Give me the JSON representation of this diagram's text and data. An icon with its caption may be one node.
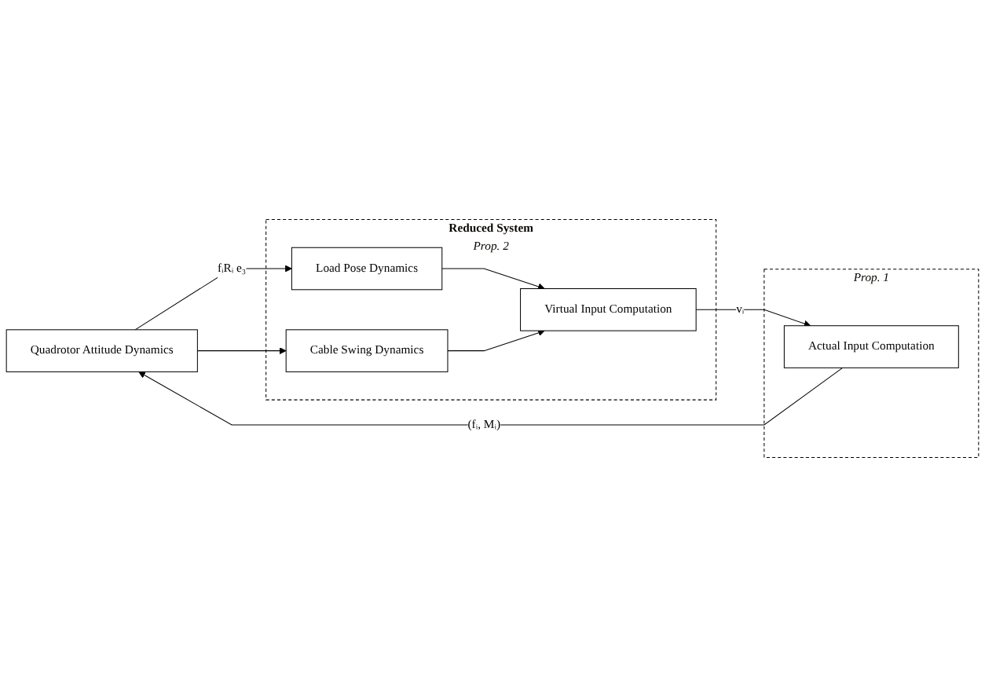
{
  "diagram": {
    "nodes": [
      {
        "text": [
          "Quadrotor Attitude Dynamics"
        ]
      },
      {
        "text": [
          "Reduced System",
          "Prop. 2"
        ]
      },
      {
        "text": [
          "Load Pose Dynamics"
        ],
        "in": 1
      },
      {
        "text": [
          "Virtual Input Computation"
        ],
        "in": 1
      },
      {
        "text": [
          "Cable Swing Dynamics"
        ],
        "in": 1
      },
      {
        "text": [
          "Prop. 1"
        ]
      },
      {
        "text": [
          "Actual Input Computation"
        ],
        "in": 5
      }
    ],
    "edges": [
      {
        "from": 0,
        "to": 2,
        "arrow": "to",
        "label": "fᵢRᵢ e₃"
      },
      {
        "from": 0,
        "to": 4,
        "arrow": "to"
      },
      {
        "from": 2,
        "to": 3,
        "arrow": "to"
      },
      {
        "from": 4,
        "to": 3,
        "arrow": "to"
      },
      {
        "from": 3,
        "to": 6,
        "arrow": "to",
        "label": "vᵢ"
      },
      {
        "from": 6,
        "to": 0,
        "arrow": "to",
        "label": "(fᵢ, Mᵢ)"
      }
    ]
  }
}
